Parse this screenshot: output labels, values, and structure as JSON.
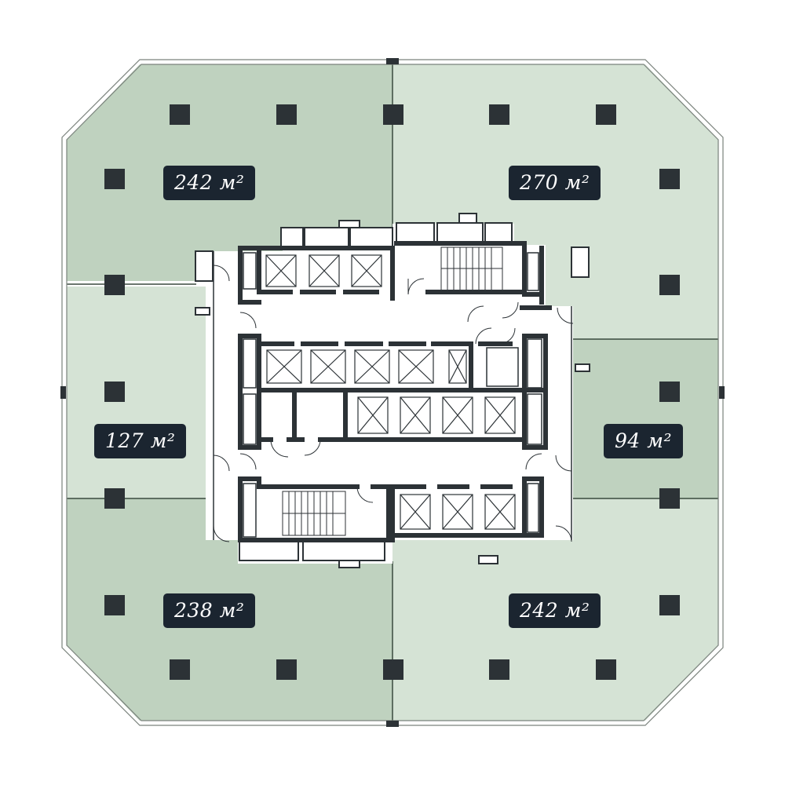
{
  "floorplan": {
    "colors": {
      "unit_dark": "#bfd2bf",
      "unit_light": "#d5e3d5",
      "column": "#2c3236",
      "wall": "#2c3236",
      "core_background": "#ffffff",
      "label_background": "#1b2530",
      "label_text": "#ffffff"
    },
    "units": [
      {
        "id": "nw",
        "area": "242 м²",
        "tone": "dark"
      },
      {
        "id": "ne",
        "area": "270 м²",
        "tone": "light"
      },
      {
        "id": "w",
        "area": "127 м²",
        "tone": "light"
      },
      {
        "id": "e",
        "area": "94 м²",
        "tone": "dark"
      },
      {
        "id": "sw",
        "area": "238 м²",
        "tone": "dark"
      },
      {
        "id": "se",
        "area": "242 м²",
        "tone": "light"
      }
    ]
  }
}
